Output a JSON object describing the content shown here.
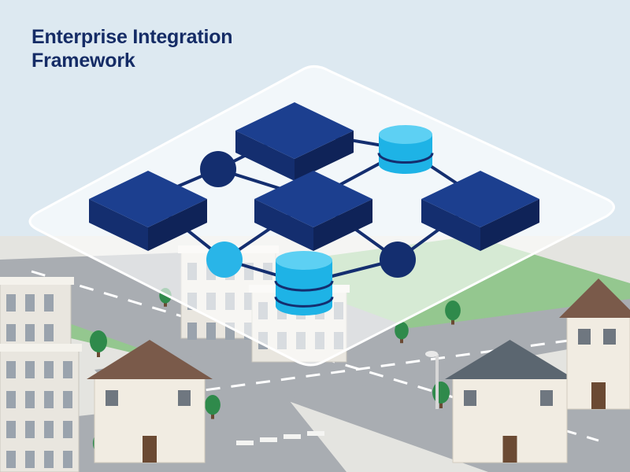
{
  "header": {
    "title_line1": "Enterprise Integration",
    "title_line2": "Framework"
  },
  "diagram": {
    "nodes": [
      {
        "id": "block-top",
        "shape": "block"
      },
      {
        "id": "block-left",
        "shape": "block"
      },
      {
        "id": "block-center",
        "shape": "block"
      },
      {
        "id": "block-right",
        "shape": "block"
      },
      {
        "id": "database-top-right",
        "shape": "database"
      },
      {
        "id": "database-bottom",
        "shape": "database"
      },
      {
        "id": "connector-top-left",
        "shape": "circle",
        "tone": "dark"
      },
      {
        "id": "connector-bottom-left",
        "shape": "circle",
        "tone": "light"
      },
      {
        "id": "connector-bottom-right",
        "shape": "circle",
        "tone": "dark"
      }
    ],
    "edges": [
      [
        "connector-top-left",
        "block-top"
      ],
      [
        "connector-top-left",
        "block-left"
      ],
      [
        "connector-top-left",
        "block-center"
      ],
      [
        "block-top",
        "database-top-right"
      ],
      [
        "database-top-right",
        "block-center"
      ],
      [
        "database-top-right",
        "block-right"
      ],
      [
        "block-left",
        "connector-bottom-left"
      ],
      [
        "connector-bottom-left",
        "block-center"
      ],
      [
        "connector-bottom-left",
        "database-bottom"
      ],
      [
        "block-center",
        "connector-bottom-right"
      ],
      [
        "database-bottom",
        "connector-bottom-right"
      ],
      [
        "connector-bottom-right",
        "block-right"
      ]
    ]
  },
  "colors": {
    "sky": "#dde9f1",
    "title": "#152c66",
    "block_top": "#1c3f8f",
    "block_left": "#142e6f",
    "block_right": "#0f2358",
    "database": "#1eb3e6",
    "database_top": "#5dd0f3",
    "circle_dark": "#142e6f",
    "circle_light": "#29b5e8",
    "line": "#142e6f",
    "road": "#a9adb2",
    "grass": "#7fbf7a",
    "roof_brown": "#7a5a4a",
    "roof_slate": "#5b6670",
    "wall": "#f1ece2"
  }
}
